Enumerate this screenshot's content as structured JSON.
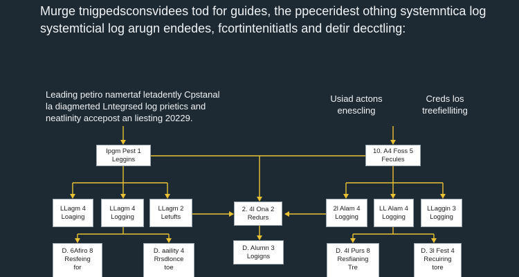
{
  "header": {
    "line1": "Murge tnigpedsconsvidees tod for guides, the ppeceridest othing systemntica log",
    "line2": "systemticial log arugn endedes, fcortintenitiatls and detir decctling:"
  },
  "notes": {
    "left": [
      "Leading petiro namertaf letadently Cpstanal",
      "la diagmerted Lntegrsed log prietics and",
      "neatlinity accepost an liesting 20229."
    ],
    "center_right": [
      "Usiad actons",
      "enescling"
    ],
    "right": [
      "Creds los",
      "treefielliting"
    ]
  },
  "boxes": {
    "top_left": [
      "Ipgm Pest 1",
      "Leggins"
    ],
    "top_right": [
      "10. A4 Foss 5",
      "Fecules"
    ],
    "mid1": [
      "LLagm 4",
      "Loaging"
    ],
    "mid2": [
      "LLagm 4",
      "Logging"
    ],
    "mid3": [
      "LLagm 2",
      "Letufts"
    ],
    "mid4": [
      "2. 4l Ona 2",
      "Redurs"
    ],
    "mid5": [
      "2l Alam 4",
      "Logging"
    ],
    "mid6": [
      "LL Alam 4",
      "Logging"
    ],
    "mid7": [
      "LLaggin 3",
      "Logging"
    ],
    "bot1": [
      "D. 6Afiro 8",
      "Resfeing",
      "for"
    ],
    "bot2": [
      "D. aaility 4",
      "Rrsdlonce",
      "toe"
    ],
    "bot3": [
      "D. Alumn 3",
      "Logigns"
    ],
    "bot4": [
      "D. 4l Purs 8",
      "Resfianing",
      "Tre"
    ],
    "bot5": [
      "D. 3l Fest 4",
      "Recuiring",
      "tore"
    ]
  },
  "colors": {
    "background": "#1e2a33",
    "connector": "#e8c234",
    "box": "#ffffff",
    "text": "#eef2f5"
  }
}
